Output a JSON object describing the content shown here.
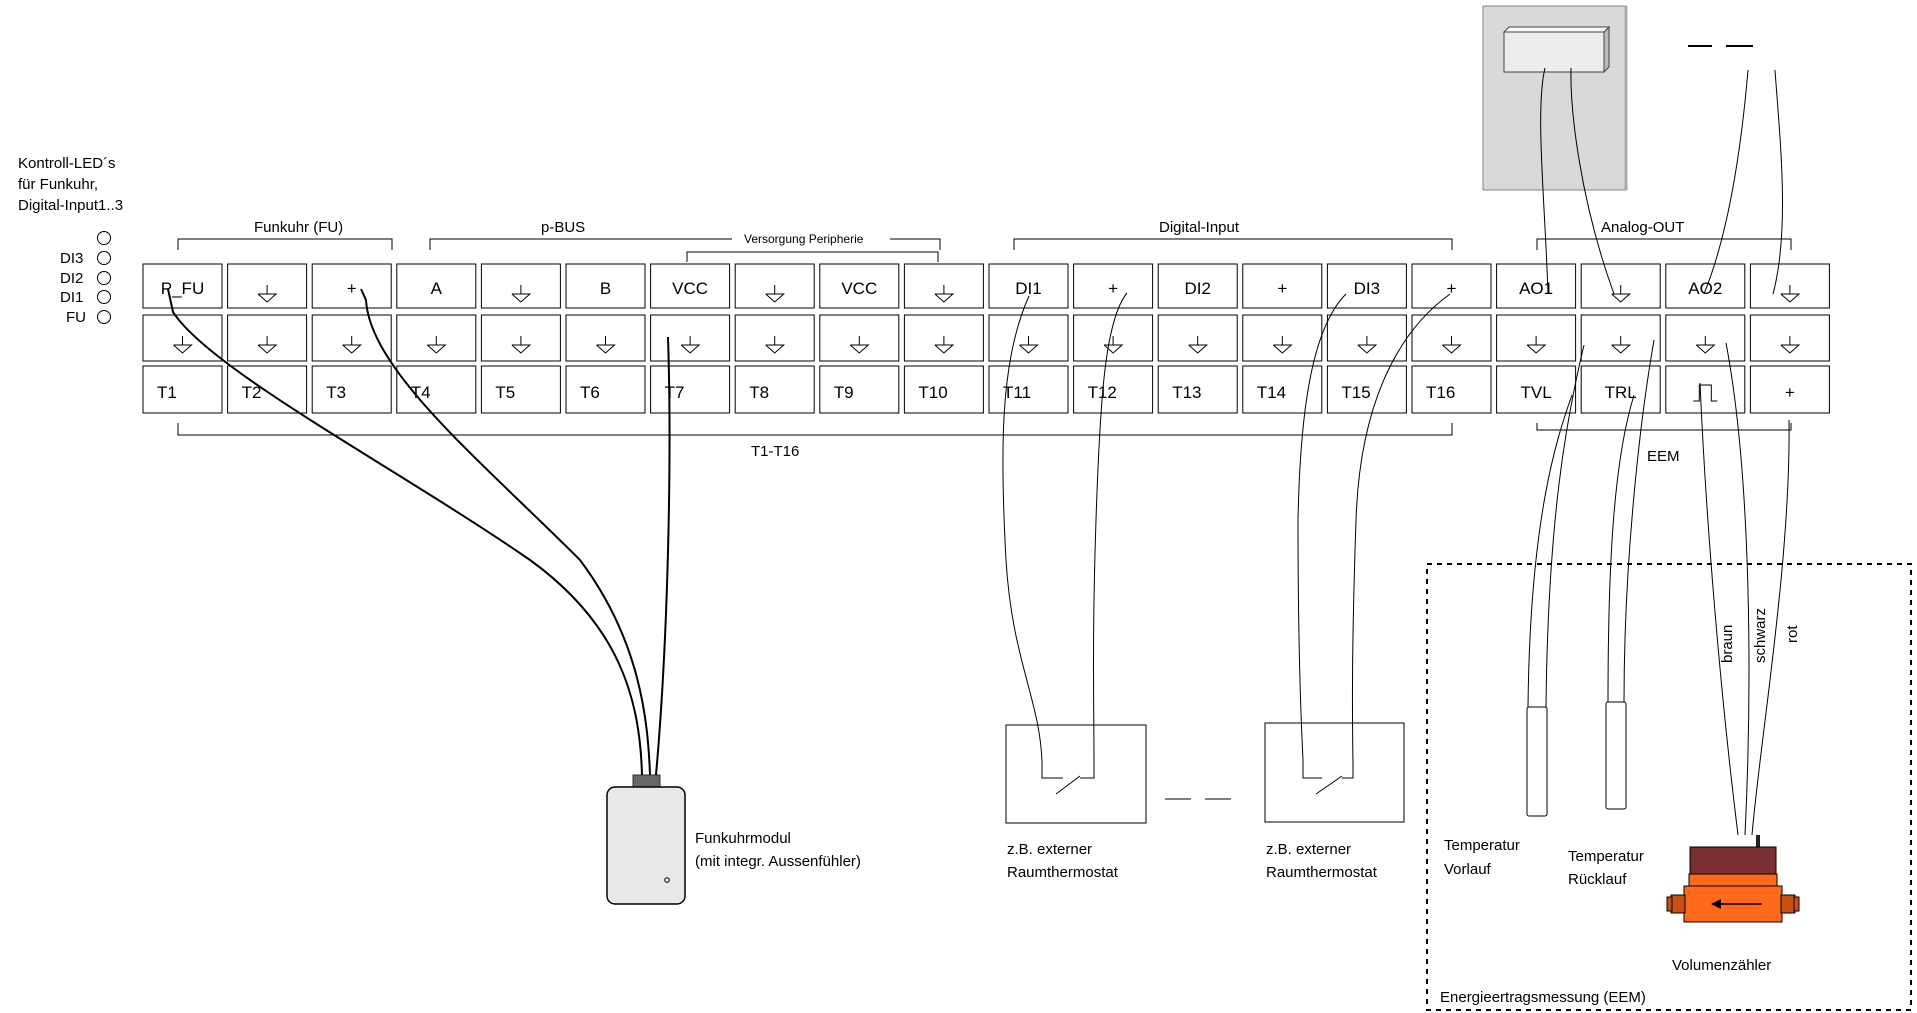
{
  "led_panel": {
    "caption": [
      "Kontroll-LED´s",
      "für Funkuhr,",
      "Digital-Input1..3"
    ],
    "labels": [
      "DI3",
      "DI2",
      "DI1",
      "FU"
    ]
  },
  "groups": {
    "funkuhr": "Funkuhr (FU)",
    "pbus": "p-BUS",
    "versorgung": "Versorgung Peripherie",
    "digital_input": "Digital-Input",
    "analog_out": "Analog-OUT",
    "t_range": "T1-T16",
    "eem": "EEM"
  },
  "terminals": {
    "top": [
      "P_FU",
      "⏚",
      "+",
      "A",
      "⏚",
      "B",
      "VCC",
      "⏚",
      "VCC",
      "⏚",
      "DI1",
      "+",
      "DI2",
      "+",
      "DI3",
      "+",
      "AO1",
      "⏚",
      "AO2",
      "⏚"
    ],
    "bottom": [
      "T1",
      "T2",
      "T3",
      "T4",
      "T5",
      "T6",
      "T7",
      "T8",
      "T9",
      "T10",
      "T11",
      "T12",
      "T13",
      "T14",
      "T15",
      "T16",
      "TVL",
      "TRL",
      "pulse",
      "+"
    ]
  },
  "devices": {
    "funkuhr_label": [
      "Funkuhrmodul",
      "(mit integr. Aussenfühler)"
    ],
    "thermostat1_label": [
      "z.B. externer",
      "Raumthermostat"
    ],
    "thermostat2_label": [
      "z.B. externer",
      "Raumthermostat"
    ],
    "temp_vorlauf": [
      "Temperatur",
      "Vorlauf"
    ],
    "temp_ruecklauf": [
      "Temperatur",
      "Rücklauf"
    ],
    "volumenzaehler": "Volumenzähler",
    "wire_colors": [
      "braun",
      "schwarz",
      "rot"
    ],
    "eem_box_label": "Energieertragsmessung (EEM)"
  },
  "colors": {
    "meter_body": "#ff6a1a",
    "meter_top": "#7a3030",
    "meter_ends": "#c85010",
    "display_box": "#d9d9d9"
  }
}
